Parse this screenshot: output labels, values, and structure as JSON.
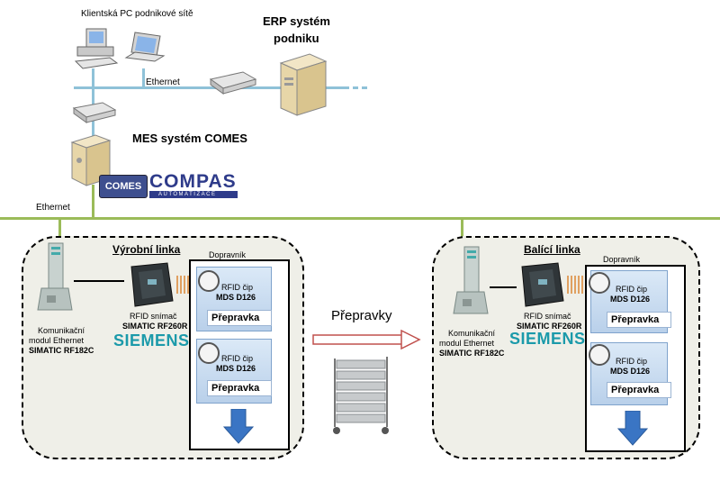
{
  "top": {
    "client_pc_label": "Klientská PC podnikové sítě",
    "erp_label_line1": "ERP systém",
    "erp_label_line2": "podniku",
    "ethernet_top": "Ethernet",
    "mes_label": "MES systém COMES",
    "ethernet_left": "Ethernet",
    "compas_logo": "COMPAS",
    "compas_sub": "AUTOMATIZACE",
    "comes_logo": "COMES"
  },
  "production_line": {
    "title": "Výrobní linka",
    "conveyor_label": "Dopravník",
    "module_line1": "Komunikační",
    "module_line2": "modul Ethernet",
    "module_line3": "SIMATIC RF182C",
    "reader_line1": "RFID snímač",
    "reader_line2": "SIMATIC RF260R",
    "brand": "SIEMENS",
    "tiles": [
      {
        "chip_line1": "RFID  čip",
        "chip_line2": "MDS D126",
        "crate": "Přepravka"
      },
      {
        "chip_line1": "RFID  čip",
        "chip_line2": "MDS D126",
        "crate": "Přepravka"
      }
    ]
  },
  "packing_line": {
    "title": "Balící linka",
    "conveyor_label": "Dopravník",
    "module_line1": "Komunikační",
    "module_line2": "modul Ethernet",
    "module_line3": "SIMATIC RF182C",
    "reader_line1": "RFID snímač",
    "reader_line2": "SIMATIC RF260R",
    "brand": "SIEMENS",
    "tiles": [
      {
        "chip_line1": "RFID  čip",
        "chip_line2": "MDS D126",
        "crate": "Přepravka"
      },
      {
        "chip_line1": "RFID  čip",
        "chip_line2": "MDS D126",
        "crate": "Přepravka"
      }
    ]
  },
  "middle": {
    "transport_label": "Přepravky"
  },
  "colors": {
    "network_green": "#9bbb59",
    "network_blue": "#8fc2d8",
    "arrow_red": "#c0504d",
    "conveyor_arrow": "#3a75c4",
    "siemens_teal": "#1b9aaa"
  }
}
